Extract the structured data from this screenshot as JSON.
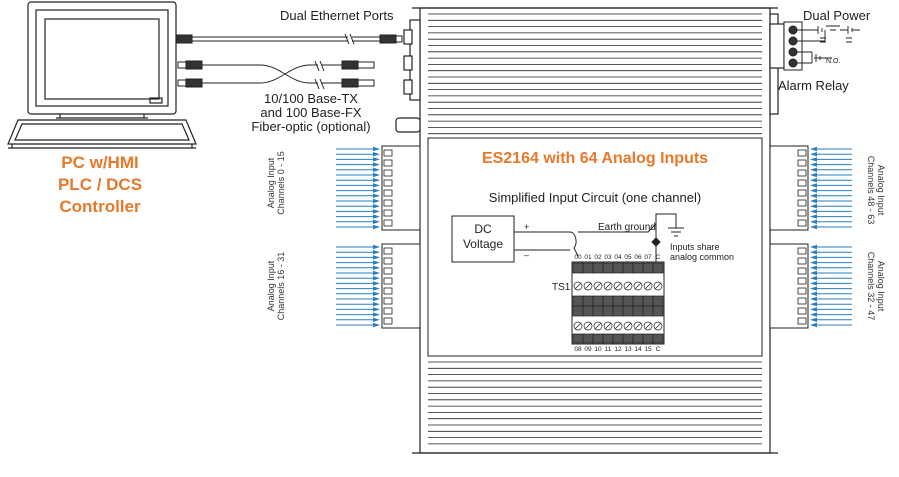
{
  "top": {
    "dual_ethernet_ports": "Dual Ethernet Ports",
    "dual_power": "Dual Power",
    "no_label": "N.O.",
    "alarm_relay": "Alarm Relay",
    "base_tx": "10/100 Base-TX",
    "base_fx": "and 100 Base-FX",
    "fiber_optic": "Fiber-optic (optional)"
  },
  "pc": {
    "line1": "PC w/HMI",
    "line2": "PLC / DCS",
    "line3": "Controller"
  },
  "device": {
    "title": "ES2164 with 64 Analog Inputs",
    "subtitle": "Simplified Input Circuit (one channel)",
    "dc_line1": "DC",
    "dc_line2": "Voltage",
    "plus": "+",
    "minus": "–",
    "earth_ground": "Earth ground",
    "inputs_share_1": "Inputs share",
    "inputs_share_2": "analog common",
    "ts1": "TS1",
    "top_terminals": [
      "00",
      "01",
      "02",
      "03",
      "04",
      "05",
      "06",
      "07",
      "C"
    ],
    "bottom_terminals": [
      "08",
      "09",
      "10",
      "11",
      "12",
      "13",
      "14",
      "15",
      "C"
    ]
  },
  "channels": {
    "title": "Analog Input",
    "ch_0_15": "Channels 0 - 15",
    "ch_16_31": "Channels 16 - 31",
    "ch_48_63": "Channels 48 - 63",
    "ch_32_47": "Channels 32 - 47"
  },
  "colors": {
    "accent": "#e8782a",
    "arrow": "#2a7fc1",
    "line": "#222222"
  }
}
